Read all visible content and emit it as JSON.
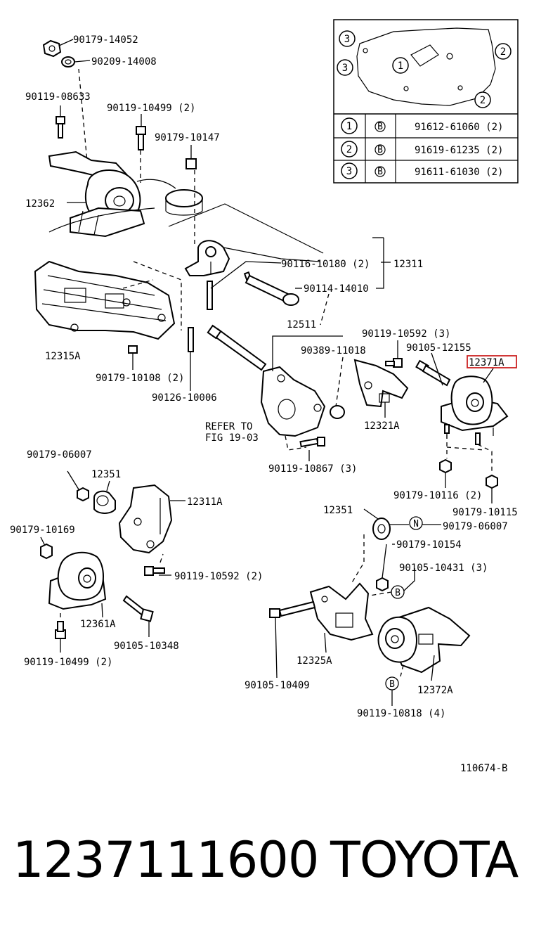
{
  "diagram": {
    "ref_code": "110674-B",
    "labels": {
      "p90179_14052": "90179-14052",
      "p90209_14008": "90209-14008",
      "p90119_08633": "90119-08633",
      "p90119_10499_top": "90119-10499 (2)",
      "p90179_10147": "90179-10147",
      "p12362": "12362",
      "p90116_10180": "90116-10180 (2)",
      "p12311": "12311",
      "p90114_14010": "90114-14010",
      "p12511": "12511",
      "p90119_10592_3": "90119-10592 (3)",
      "p90389_11018": "90389-11018",
      "p90105_12155": "90105-12155",
      "p12371A": "12371A",
      "p12315A": "12315A",
      "p90179_10108": "90179-10108 (2)",
      "p90126_10006": "90126-10006",
      "refer_to": "REFER TO",
      "fig_ref": "FIG 19-03",
      "p12321A": "12321A",
      "p90119_10867": "90119-10867 (3)",
      "p90179_06007_left": "90179-06007",
      "p12351_left": "12351",
      "p12311A": "12311A",
      "p90179_10116": "90179-10116 (2)",
      "p90179_10115": "90179-10115",
      "p90179_10169": "90179-10169",
      "p12351_right": "12351",
      "p90179_06007_right": "90179-06007",
      "n_marker": "N",
      "p90179_10154": "90179-10154",
      "p90105_10431": "90105-10431 (3)",
      "b_marker": "B",
      "p90119_10592_2": "90119-10592 (2)",
      "p12361A": "12361A",
      "p90105_10348": "90105-10348",
      "p12325A": "12325A",
      "p90119_10499_bottom": "90119-10499 (2)",
      "p90105_10409": "90105-10409",
      "p12372A": "12372A",
      "p90119_10818": "90119-10818 (4)"
    },
    "inset": {
      "callouts": [
        "3",
        "1",
        "2",
        "3",
        "2"
      ],
      "rows": [
        {
          "num": "1",
          "mark": "B",
          "part": "91612-61060 (2)"
        },
        {
          "num": "2",
          "mark": "B",
          "part": "91619-61235 (2)"
        },
        {
          "num": "3",
          "mark": "B",
          "part": "91611-61030 (2)"
        }
      ]
    },
    "highlight_color": "#cc2222"
  },
  "caption": {
    "part_number": "1237111600",
    "brand": "TOYOTA"
  }
}
